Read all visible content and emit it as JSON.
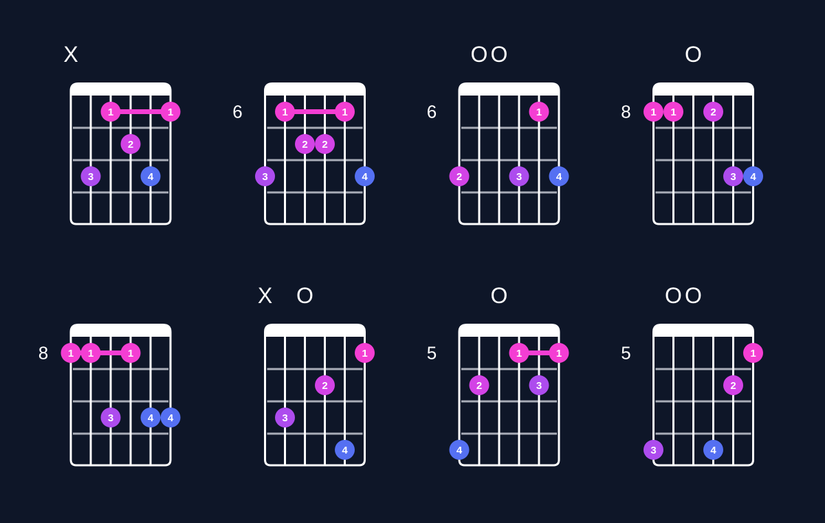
{
  "colors": {
    "background": "#0e1628",
    "strings": "#ffffff",
    "frets": "#a9adb8",
    "finger_1": "#f43ed3",
    "finger_2": "#d343e6",
    "finger_3": "#ad4cee",
    "finger_4": "#5570f2"
  },
  "chords": [
    {
      "fret_label": "",
      "markers": [
        {
          "string": 1,
          "text": "X"
        }
      ],
      "barres": [
        {
          "fret": 1,
          "from": 3,
          "to": 6
        }
      ],
      "dots": [
        {
          "string": 3,
          "fret": 1,
          "finger": "1"
        },
        {
          "string": 6,
          "fret": 1,
          "finger": "1"
        },
        {
          "string": 4,
          "fret": 2,
          "finger": "2"
        },
        {
          "string": 2,
          "fret": 3,
          "finger": "3"
        },
        {
          "string": 5,
          "fret": 3,
          "finger": "4"
        }
      ]
    },
    {
      "fret_label": "6",
      "markers": [],
      "barres": [
        {
          "fret": 1,
          "from": 2,
          "to": 5
        }
      ],
      "dots": [
        {
          "string": 2,
          "fret": 1,
          "finger": "1"
        },
        {
          "string": 5,
          "fret": 1,
          "finger": "1"
        },
        {
          "string": 3,
          "fret": 2,
          "finger": "2"
        },
        {
          "string": 4,
          "fret": 2,
          "finger": "2"
        },
        {
          "string": 1,
          "fret": 3,
          "finger": "3"
        },
        {
          "string": 6,
          "fret": 3,
          "finger": "4"
        }
      ]
    },
    {
      "fret_label": "6",
      "markers": [
        {
          "string": 2,
          "text": "O"
        },
        {
          "string": 3,
          "text": "O"
        }
      ],
      "barres": [],
      "dots": [
        {
          "string": 5,
          "fret": 1,
          "finger": "1"
        },
        {
          "string": 1,
          "fret": 3,
          "finger": "2"
        },
        {
          "string": 4,
          "fret": 3,
          "finger": "3"
        },
        {
          "string": 6,
          "fret": 3,
          "finger": "4"
        }
      ]
    },
    {
      "fret_label": "8",
      "markers": [
        {
          "string": 3,
          "text": "O"
        }
      ],
      "barres": [],
      "dots": [
        {
          "string": 1,
          "fret": 1,
          "finger": "1"
        },
        {
          "string": 2,
          "fret": 1,
          "finger": "1"
        },
        {
          "string": 4,
          "fret": 1,
          "finger": "2"
        },
        {
          "string": 5,
          "fret": 3,
          "finger": "3"
        },
        {
          "string": 6,
          "fret": 3,
          "finger": "4"
        }
      ]
    },
    {
      "fret_label": "8",
      "markers": [],
      "barres": [
        {
          "fret": 1,
          "from": 1,
          "to": 4
        }
      ],
      "dots": [
        {
          "string": 1,
          "fret": 1,
          "finger": "1"
        },
        {
          "string": 2,
          "fret": 1,
          "finger": "1"
        },
        {
          "string": 4,
          "fret": 1,
          "finger": "1"
        },
        {
          "string": 3,
          "fret": 3,
          "finger": "3"
        },
        {
          "string": 5,
          "fret": 3,
          "finger": "4"
        },
        {
          "string": 6,
          "fret": 3,
          "finger": "4"
        }
      ]
    },
    {
      "fret_label": "",
      "markers": [
        {
          "string": 1,
          "text": "X"
        },
        {
          "string": 3,
          "text": "O"
        }
      ],
      "barres": [],
      "dots": [
        {
          "string": 6,
          "fret": 1,
          "finger": "1"
        },
        {
          "string": 4,
          "fret": 2,
          "finger": "2"
        },
        {
          "string": 2,
          "fret": 3,
          "finger": "3"
        },
        {
          "string": 5,
          "fret": 4,
          "finger": "4"
        }
      ]
    },
    {
      "fret_label": "5",
      "markers": [
        {
          "string": 3,
          "text": "O"
        }
      ],
      "barres": [
        {
          "fret": 1,
          "from": 4,
          "to": 6
        }
      ],
      "dots": [
        {
          "string": 4,
          "fret": 1,
          "finger": "1"
        },
        {
          "string": 6,
          "fret": 1,
          "finger": "1"
        },
        {
          "string": 2,
          "fret": 2,
          "finger": "2"
        },
        {
          "string": 5,
          "fret": 2,
          "finger": "3"
        },
        {
          "string": 1,
          "fret": 4,
          "finger": "4"
        }
      ]
    },
    {
      "fret_label": "5",
      "markers": [
        {
          "string": 2,
          "text": "O"
        },
        {
          "string": 3,
          "text": "O"
        }
      ],
      "barres": [],
      "dots": [
        {
          "string": 6,
          "fret": 1,
          "finger": "1"
        },
        {
          "string": 5,
          "fret": 2,
          "finger": "2"
        },
        {
          "string": 1,
          "fret": 4,
          "finger": "3"
        },
        {
          "string": 4,
          "fret": 4,
          "finger": "4"
        }
      ]
    }
  ]
}
